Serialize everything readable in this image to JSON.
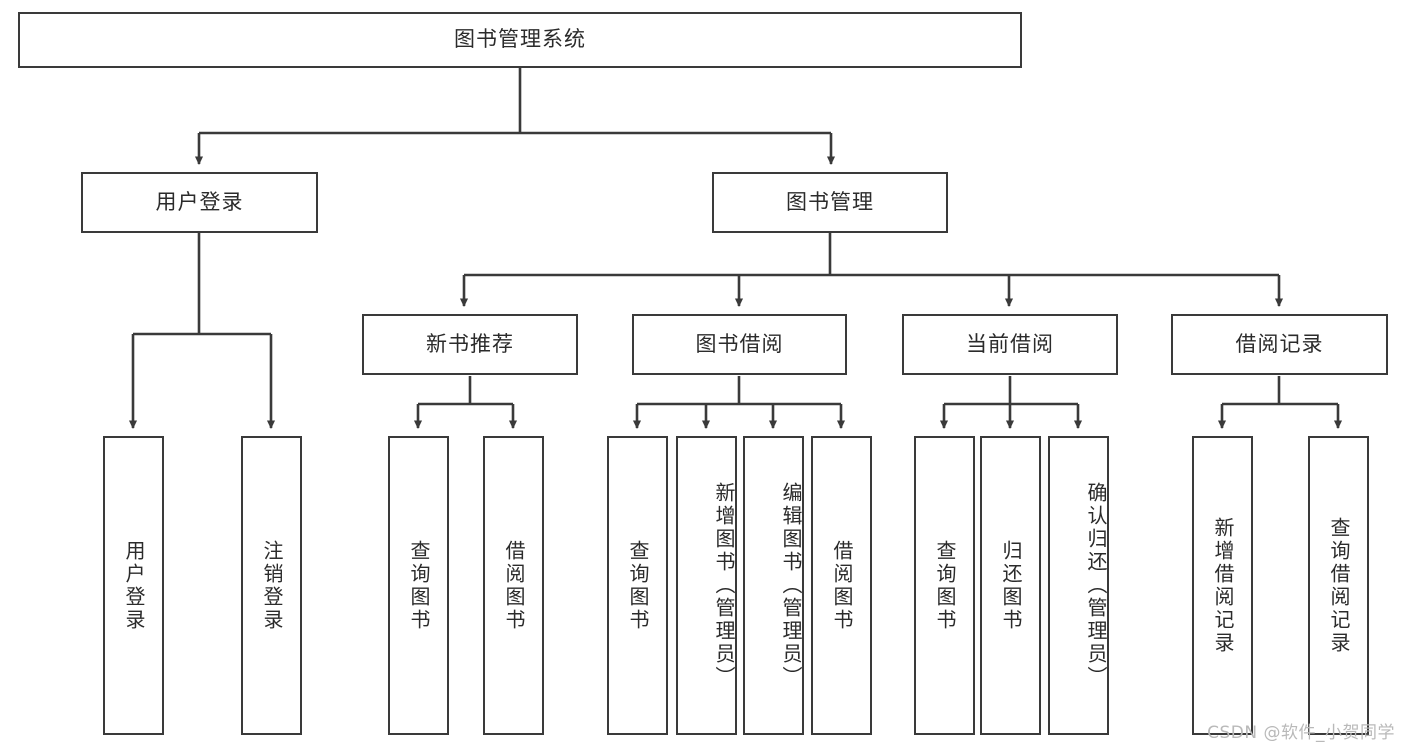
{
  "diagram": {
    "title": "图书管理系统",
    "type": "tree-hierarchy-chart",
    "root": {
      "label": "图书管理系统"
    },
    "level1": [
      {
        "label": "用户登录"
      },
      {
        "label": "图书管理"
      }
    ],
    "level2": [
      {
        "label": "新书推荐"
      },
      {
        "label": "图书借阅"
      },
      {
        "label": "当前借阅"
      },
      {
        "label": "借阅记录"
      }
    ],
    "leaves": {
      "user_login": [
        {
          "label": "用户登录"
        },
        {
          "label": "注销登录"
        }
      ],
      "new_book_recommend": [
        {
          "label": "查询图书"
        },
        {
          "label": "借阅图书"
        }
      ],
      "book_borrow": [
        {
          "label": "查询图书"
        },
        {
          "label": "新增图书（管理员）"
        },
        {
          "label": "编辑图书（管理员）"
        },
        {
          "label": "借阅图书"
        }
      ],
      "current_borrow": [
        {
          "label": "查询图书"
        },
        {
          "label": "归还图书"
        },
        {
          "label": "确认归还（管理员）"
        }
      ],
      "borrow_record": [
        {
          "label": "新增借阅记录"
        },
        {
          "label": "查询借阅记录"
        }
      ]
    }
  },
  "watermark": {
    "text": "CSDN @软件_小贺同学"
  },
  "colors": {
    "stroke": "#3a3a3a",
    "text": "#2b2b2b",
    "background": "#ffffff",
    "watermark": "#b9b9b9"
  }
}
